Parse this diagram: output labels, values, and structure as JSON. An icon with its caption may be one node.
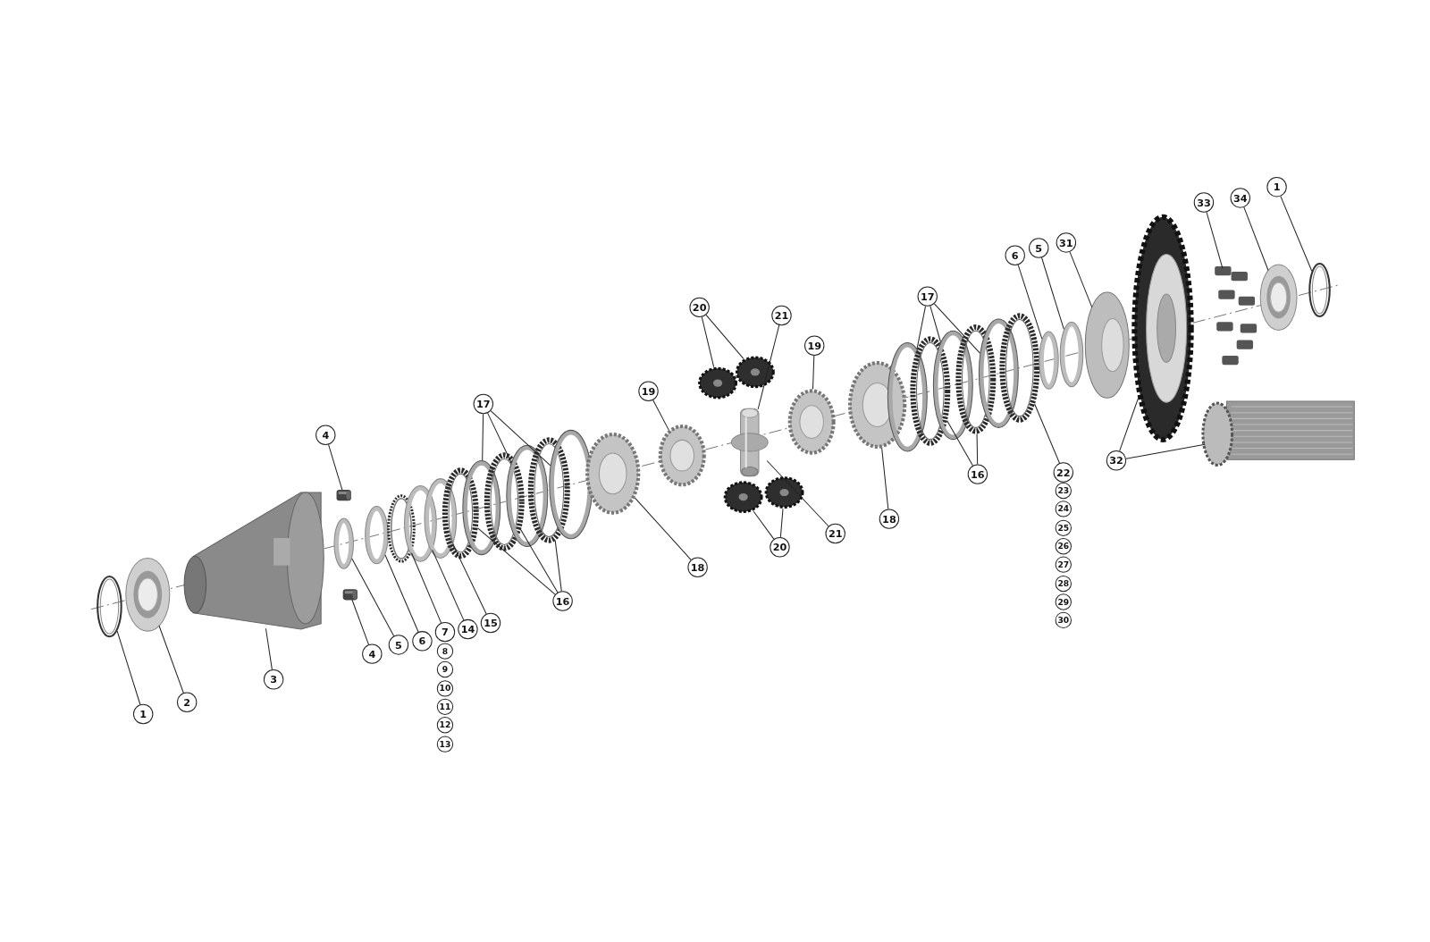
{
  "diagram": {
    "nodes": [
      {
        "text": [
          "1"
        ]
      },
      {
        "text": [],
        "shape": "picture"
      },
      {
        "text": [
          "2"
        ]
      },
      {
        "text": [],
        "shape": "picture"
      },
      {
        "text": [
          "3"
        ]
      },
      {
        "text": [],
        "shape": "picture"
      },
      {
        "text": [
          "4"
        ]
      },
      {
        "text": [],
        "shape": "picture"
      },
      {
        "text": [
          "4"
        ]
      },
      {
        "text": [],
        "shape": "picture"
      },
      {
        "text": [
          "5"
        ]
      },
      {
        "text": [],
        "shape": "picture"
      },
      {
        "text": [
          "6"
        ]
      },
      {
        "text": [],
        "shape": "picture"
      },
      {
        "text": [
          "7"
        ]
      },
      {
        "text": [],
        "shape": "picture"
      },
      {
        "text": [
          "14"
        ]
      },
      {
        "text": [],
        "shape": "picture"
      },
      {
        "text": [
          "15"
        ]
      },
      {
        "text": [],
        "shape": "picture"
      },
      {
        "text": [],
        "shape": "picture"
      },
      {
        "text": [],
        "shape": "picture"
      },
      {
        "text": [],
        "shape": "picture"
      },
      {
        "text": [],
        "shape": "picture"
      },
      {
        "text": [],
        "shape": "picture"
      },
      {
        "text": [],
        "shape": "picture"
      },
      {
        "text": [
          "17"
        ]
      },
      {
        "text": [
          "16"
        ]
      },
      {
        "text": [
          "18"
        ]
      },
      {
        "text": [],
        "shape": "picture"
      },
      {
        "text": [
          "19"
        ]
      },
      {
        "text": [],
        "shape": "picture"
      },
      {
        "text": [
          "20"
        ]
      },
      {
        "text": [],
        "shape": "picture"
      },
      {
        "text": [],
        "shape": "picture"
      },
      {
        "text": [
          "21"
        ]
      },
      {
        "text": [],
        "shape": "picture"
      },
      {
        "text": [
          "21"
        ]
      },
      {
        "text": [
          "20"
        ]
      },
      {
        "text": [],
        "shape": "picture"
      },
      {
        "text": [],
        "shape": "picture"
      },
      {
        "text": [
          "19"
        ]
      },
      {
        "text": [],
        "shape": "picture"
      },
      {
        "text": [
          "18"
        ]
      },
      {
        "text": [],
        "shape": "picture"
      },
      {
        "text": [],
        "shape": "picture"
      },
      {
        "text": [],
        "shape": "picture"
      },
      {
        "text": [],
        "shape": "picture"
      },
      {
        "text": [],
        "shape": "picture"
      },
      {
        "text": [],
        "shape": "picture"
      },
      {
        "text": [],
        "shape": "picture"
      },
      {
        "text": [
          "17"
        ]
      },
      {
        "text": [
          "16"
        ]
      },
      {
        "text": [
          "22"
        ]
      },
      {
        "text": [
          "6"
        ]
      },
      {
        "text": [],
        "shape": "picture"
      },
      {
        "text": [
          "5"
        ]
      },
      {
        "text": [],
        "shape": "picture"
      },
      {
        "text": [
          "31"
        ]
      },
      {
        "text": [],
        "shape": "picture"
      },
      {
        "text": [
          "32"
        ]
      },
      {
        "text": [],
        "shape": "picture"
      },
      {
        "text": [],
        "shape": "picture"
      },
      {
        "text": [
          "33"
        ]
      },
      {
        "text": [],
        "shape": "picture"
      },
      {
        "text": [
          "34"
        ]
      },
      {
        "text": [],
        "shape": "picture"
      },
      {
        "text": [
          "1"
        ]
      },
      {
        "text": [],
        "shape": "picture"
      }
    ],
    "edges": [
      {
        "from": 0,
        "to": 1,
        "arrow": "none"
      },
      {
        "from": 2,
        "to": 3,
        "arrow": "none"
      },
      {
        "from": 4,
        "to": 5,
        "arrow": "none"
      },
      {
        "from": 6,
        "to": 7,
        "arrow": "none"
      },
      {
        "from": 8,
        "to": 9,
        "arrow": "none"
      },
      {
        "from": 10,
        "to": 11,
        "arrow": "none"
      },
      {
        "from": 12,
        "to": 13,
        "arrow": "none"
      },
      {
        "from": 14,
        "to": 15,
        "arrow": "none"
      },
      {
        "from": 16,
        "to": 17,
        "arrow": "none"
      },
      {
        "from": 18,
        "to": 19,
        "arrow": "none"
      },
      {
        "from": 26,
        "to": 21,
        "arrow": "none"
      },
      {
        "from": 26,
        "to": 23,
        "arrow": "none"
      },
      {
        "from": 26,
        "to": 25,
        "arrow": "none"
      },
      {
        "from": 27,
        "to": 20,
        "arrow": "none"
      },
      {
        "from": 27,
        "to": 22,
        "arrow": "none"
      },
      {
        "from": 27,
        "to": 24,
        "arrow": "none"
      },
      {
        "from": 28,
        "to": 29,
        "arrow": "none"
      },
      {
        "from": 30,
        "to": 31,
        "arrow": "none"
      },
      {
        "from": 32,
        "to": 33,
        "arrow": "none"
      },
      {
        "from": 32,
        "to": 34,
        "arrow": "none"
      },
      {
        "from": 35,
        "to": 36,
        "arrow": "none"
      },
      {
        "from": 37,
        "to": 36,
        "arrow": "none"
      },
      {
        "from": 38,
        "to": 39,
        "arrow": "none"
      },
      {
        "from": 38,
        "to": 40,
        "arrow": "none"
      },
      {
        "from": 41,
        "to": 42,
        "arrow": "none"
      },
      {
        "from": 43,
        "to": 44,
        "arrow": "none"
      },
      {
        "from": 51,
        "to": 45,
        "arrow": "none"
      },
      {
        "from": 51,
        "to": 47,
        "arrow": "none"
      },
      {
        "from": 51,
        "to": 49,
        "arrow": "none"
      },
      {
        "from": 52,
        "to": 46,
        "arrow": "none"
      },
      {
        "from": 52,
        "to": 48,
        "arrow": "none"
      },
      {
        "from": 53,
        "to": 50,
        "arrow": "none"
      },
      {
        "from": 54,
        "to": 55,
        "arrow": "none"
      },
      {
        "from": 56,
        "to": 57,
        "arrow": "none"
      },
      {
        "from": 58,
        "to": 59,
        "arrow": "none"
      },
      {
        "from": 60,
        "to": 61,
        "arrow": "none"
      },
      {
        "from": 60,
        "to": 62,
        "arrow": "none"
      },
      {
        "from": 63,
        "to": 64,
        "arrow": "none"
      },
      {
        "from": 65,
        "to": 66,
        "arrow": "none"
      },
      {
        "from": 67,
        "to": 68,
        "arrow": "none"
      }
    ],
    "labels": [
      "8",
      "9",
      "10",
      "11",
      "12",
      "13",
      "23",
      "24",
      "25",
      "26",
      "27",
      "28",
      "29",
      "30"
    ]
  }
}
